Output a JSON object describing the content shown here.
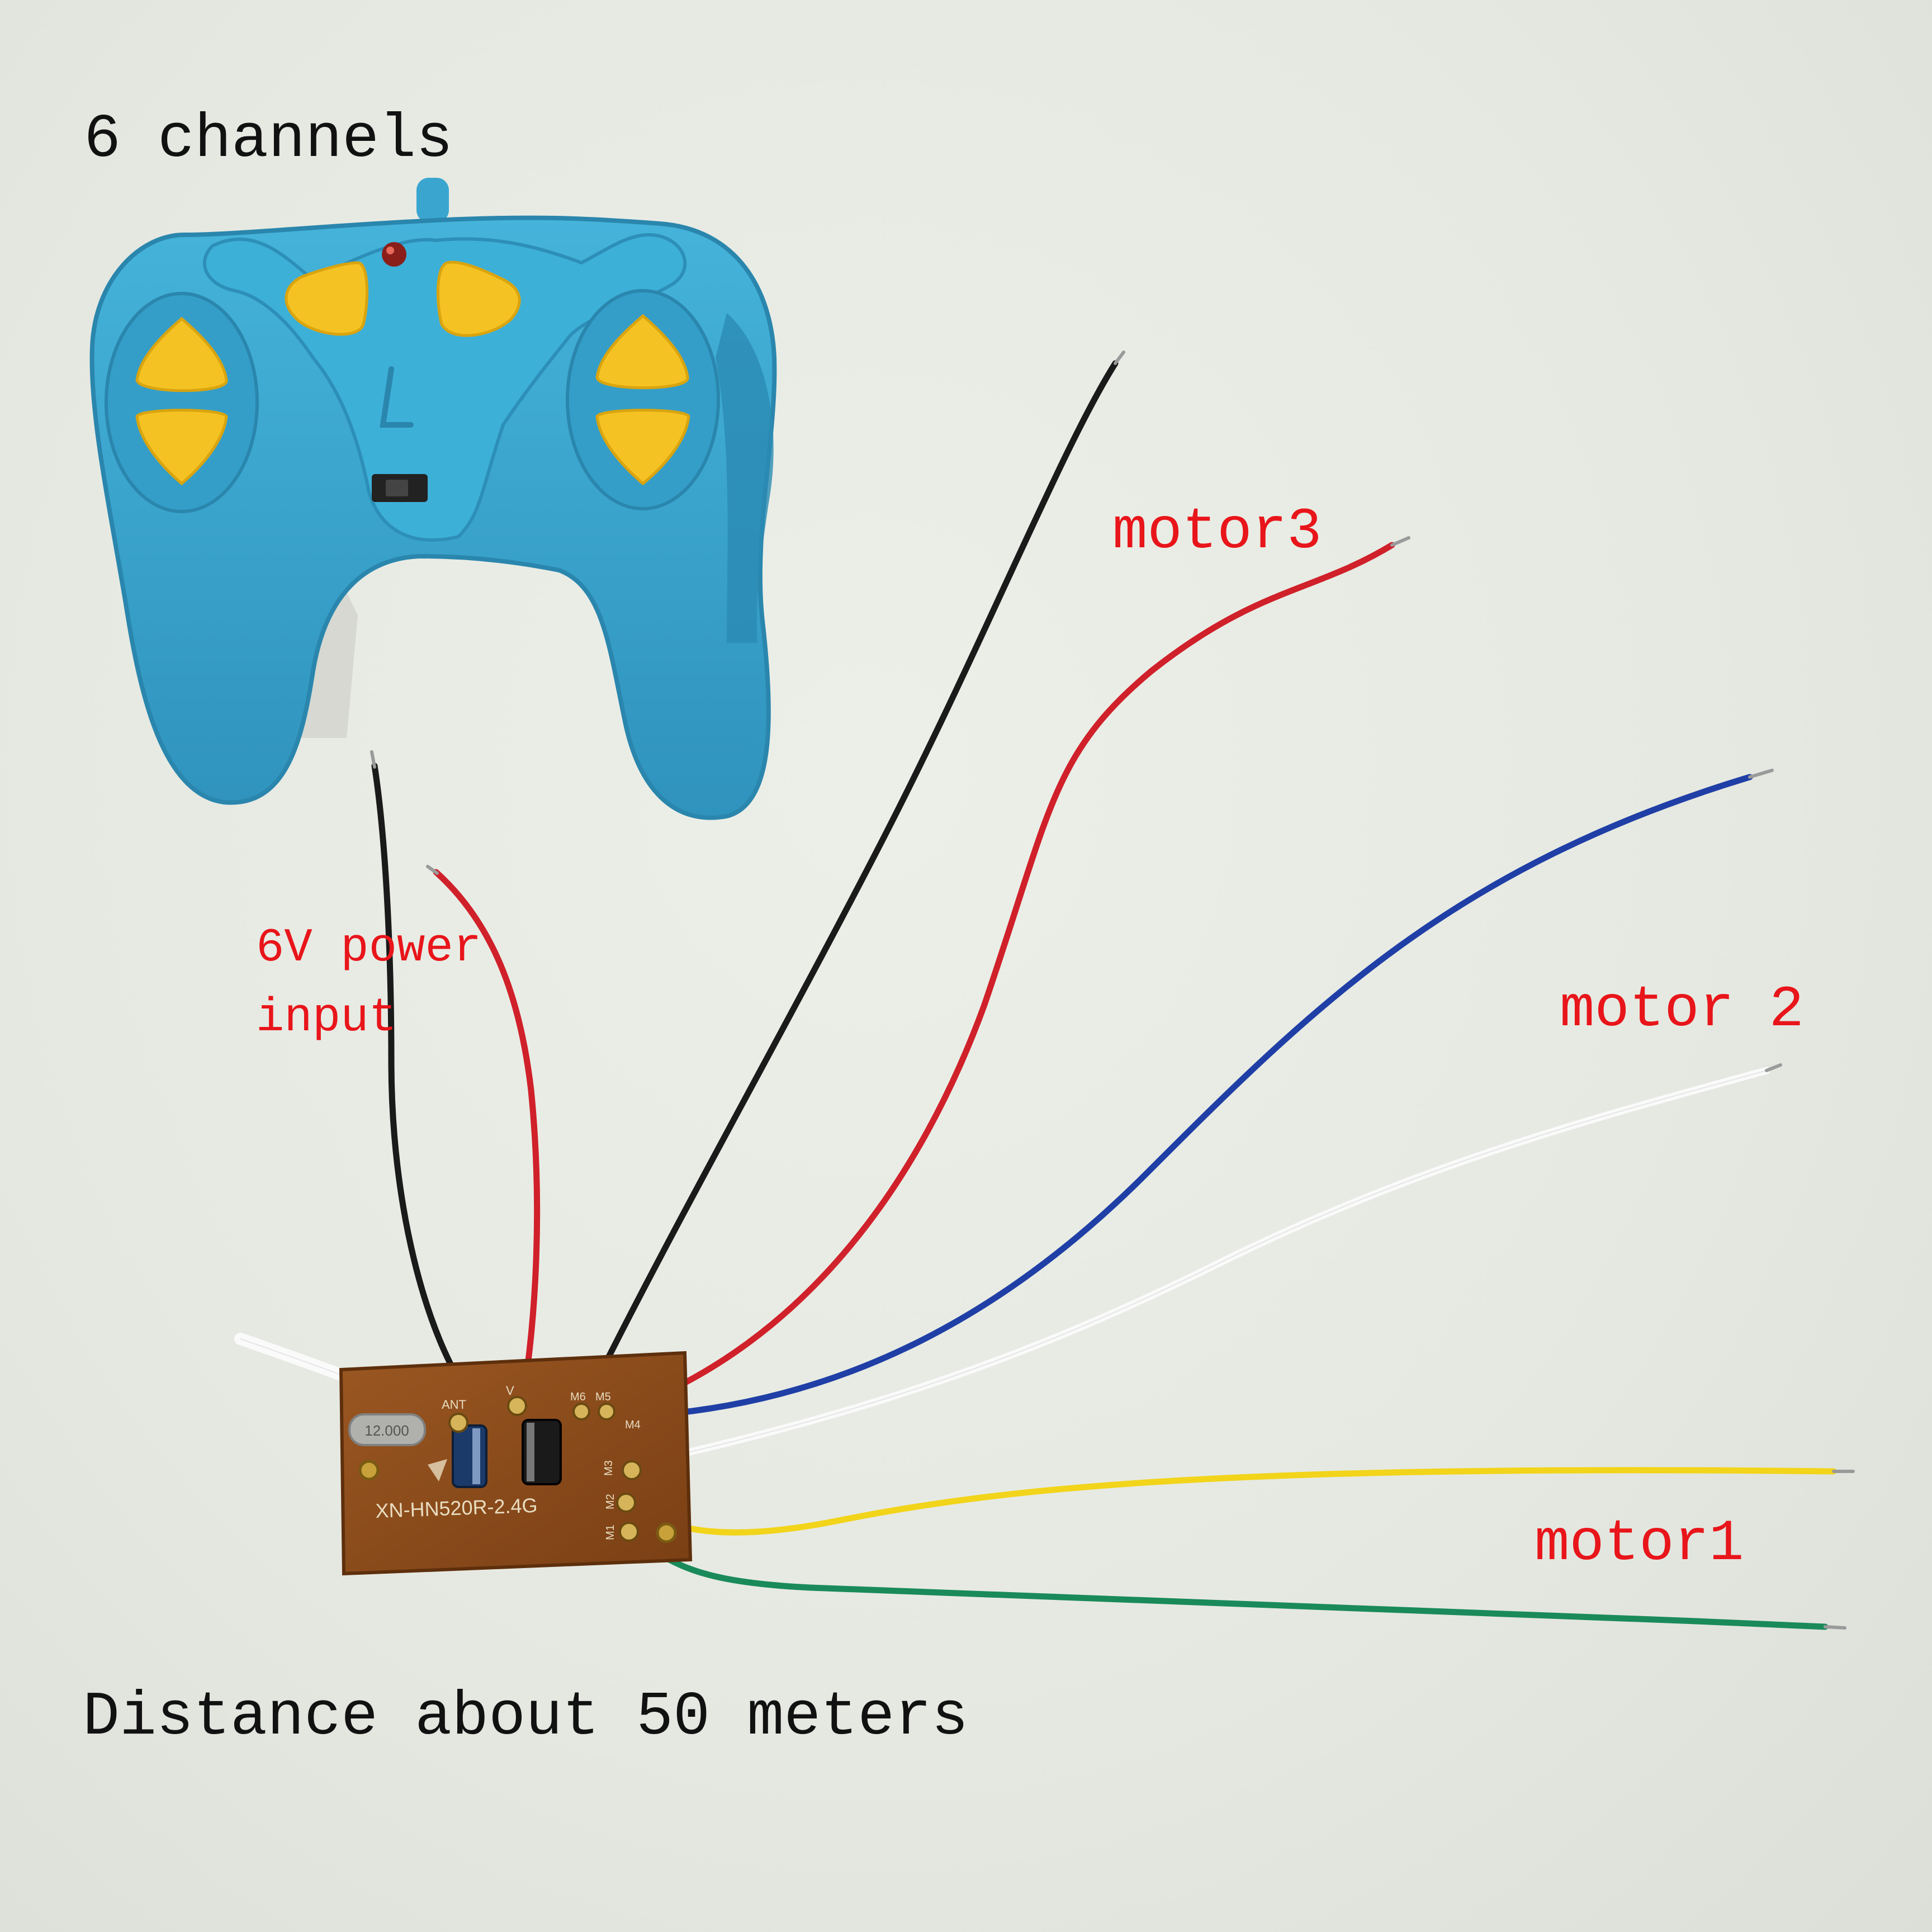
{
  "captions": {
    "channels": "6 channels",
    "distance": "Distance about 50 meters",
    "power_line1": "6V power",
    "power_line2": "input",
    "motor3": "motor3",
    "motor2": "motor 2",
    "motor1": "motor1"
  },
  "board": {
    "model": "XN-HN520R-2.4G",
    "pad_ant": "ANT",
    "pad_v": "V",
    "pad_m6": "M6",
    "pad_m5": "M5",
    "pad_m4": "M4",
    "pad_m3": "M3",
    "pad_m2": "M2",
    "pad_m1": "M1",
    "crystal": "12.000"
  },
  "colors": {
    "caption_text": "#111111",
    "annotation_red": "#e8151a",
    "remote_body": "#3aa6cf",
    "remote_buttons": "#f5c224",
    "pcb": "#8a4a1a",
    "wire_black": "#1a1a1a",
    "wire_red": "#d0202a",
    "wire_blue": "#1f3fa6",
    "wire_white": "#fafafa",
    "wire_yellow": "#f2d41a",
    "wire_green": "#1a8a5a"
  }
}
